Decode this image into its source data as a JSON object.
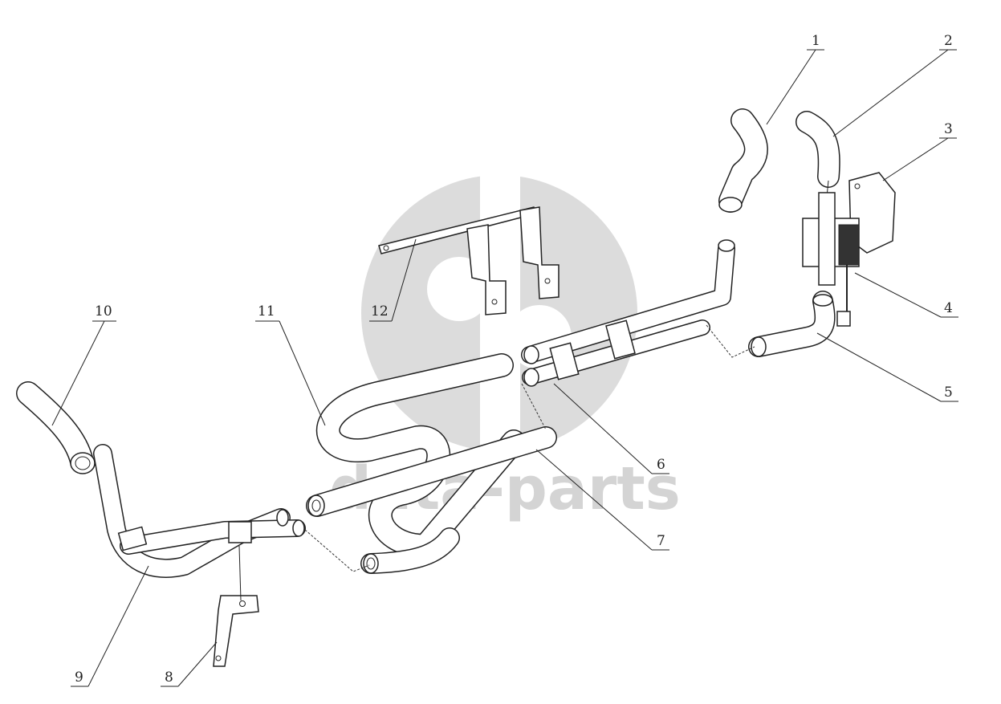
{
  "diagram": {
    "callouts": [
      "1",
      "2",
      "3",
      "4",
      "5",
      "6",
      "7",
      "8",
      "9",
      "10",
      "11",
      "12"
    ]
  },
  "watermark": {
    "text": "data-parts",
    "color": "#d0d0d0"
  },
  "colors": {
    "line": "#222222",
    "hose_fill": "#ffffff",
    "watermark": "#d0d0d0"
  }
}
